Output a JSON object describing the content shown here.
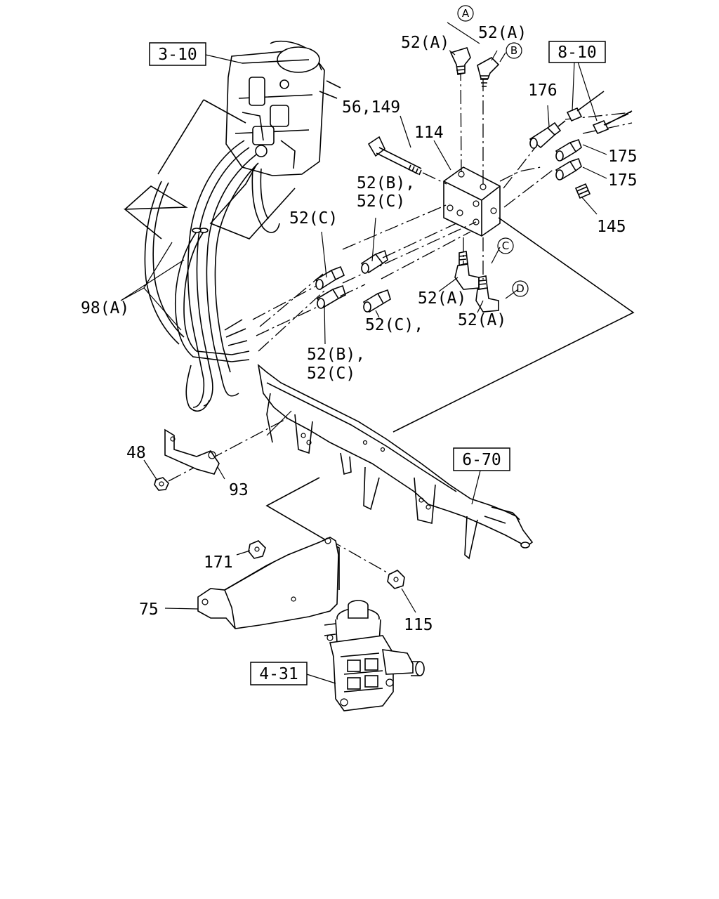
{
  "refs": {
    "r310": "3-10",
    "r810": "8-10",
    "r670": "6-70",
    "r431": "4-31"
  },
  "circles": {
    "a": "A",
    "b": "B",
    "c": "C",
    "d": "D"
  },
  "labels": {
    "l52a_top1": "52(A)",
    "l52a_top2": "52(A)",
    "l56_149": "56,149",
    "l114": "114",
    "l176": "176",
    "l175_1": "175",
    "l175_2": "175",
    "l145": "145",
    "l52bc_top_1": "52(B),",
    "l52bc_top_2": "52(C)",
    "l52c_left": "52(C)",
    "l98a": "98(A)",
    "l52a_low1": "52(A)",
    "l52a_low2": "52(A)",
    "l52c_comma": "52(C),",
    "l52bc_low_1": "52(B),",
    "l52bc_low_2": "52(C)",
    "l48": "48",
    "l93": "93",
    "l171": "171",
    "l75": "75",
    "l115": "115"
  }
}
